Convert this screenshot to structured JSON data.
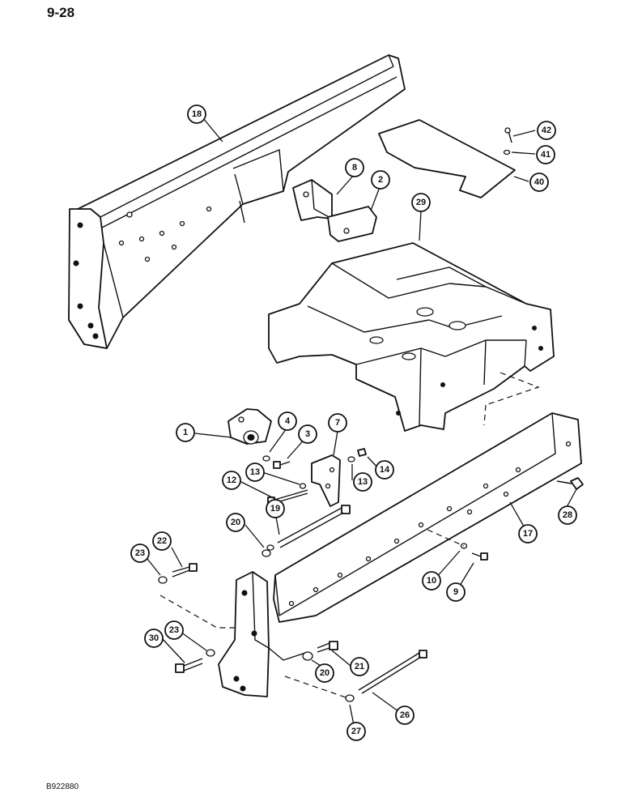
{
  "page": {
    "number": "9-28",
    "figure_code": "B922880"
  },
  "callouts": [
    {
      "id": "c18",
      "label": "18"
    },
    {
      "id": "c8",
      "label": "8"
    },
    {
      "id": "c2",
      "label": "2"
    },
    {
      "id": "c42",
      "label": "42"
    },
    {
      "id": "c41",
      "label": "41"
    },
    {
      "id": "c40",
      "label": "40"
    },
    {
      "id": "c29",
      "label": "29"
    },
    {
      "id": "c1",
      "label": "1"
    },
    {
      "id": "c4",
      "label": "4"
    },
    {
      "id": "c3",
      "label": "3"
    },
    {
      "id": "c7",
      "label": "7"
    },
    {
      "id": "c14",
      "label": "14"
    },
    {
      "id": "c13a",
      "label": "13"
    },
    {
      "id": "c13b",
      "label": "13"
    },
    {
      "id": "c12",
      "label": "12"
    },
    {
      "id": "c19",
      "label": "19"
    },
    {
      "id": "c20a",
      "label": "20"
    },
    {
      "id": "c28",
      "label": "28"
    },
    {
      "id": "c17",
      "label": "17"
    },
    {
      "id": "c22",
      "label": "22"
    },
    {
      "id": "c23a",
      "label": "23"
    },
    {
      "id": "c10",
      "label": "10"
    },
    {
      "id": "c9",
      "label": "9"
    },
    {
      "id": "c23b",
      "label": "23"
    },
    {
      "id": "c30",
      "label": "30"
    },
    {
      "id": "c21",
      "label": "21"
    },
    {
      "id": "c20b",
      "label": "20"
    },
    {
      "id": "c26",
      "label": "26"
    },
    {
      "id": "c27",
      "label": "27"
    }
  ]
}
